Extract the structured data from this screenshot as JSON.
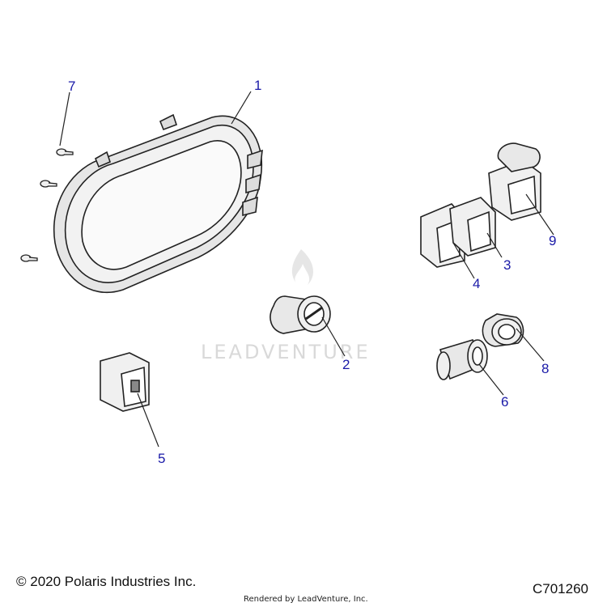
{
  "watermark": {
    "text": "LEADVENTURE"
  },
  "callouts": [
    {
      "number": "1"
    },
    {
      "number": "2"
    },
    {
      "number": "3"
    },
    {
      "number": "4"
    },
    {
      "number": "5"
    },
    {
      "number": "6"
    },
    {
      "number": "7"
    },
    {
      "number": "8"
    },
    {
      "number": "9"
    }
  ],
  "footer": {
    "copyright": "© 2020 Polaris Industries Inc.",
    "rendered_by": "Rendered by LeadVenture, Inc.",
    "diagram_code": "C701260"
  },
  "colors": {
    "callout": "#1a1aa8",
    "line": "#222222",
    "part_fill": "#f2f2f2"
  }
}
